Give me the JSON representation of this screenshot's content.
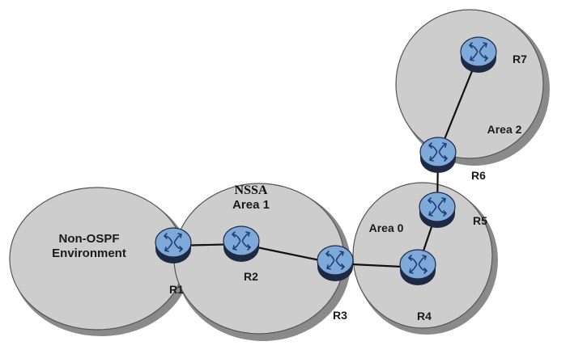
{
  "diagram": {
    "type": "ospf-network-topology",
    "areas": [
      {
        "id": "non-ospf",
        "label_lines": [
          "Non-OSPF",
          "Environment"
        ]
      },
      {
        "id": "area1",
        "title": "NSSA",
        "label_lines": [
          "Area 1"
        ]
      },
      {
        "id": "area0",
        "label_lines": [
          "Area 0"
        ]
      },
      {
        "id": "area2",
        "label_lines": [
          "Area 2"
        ]
      }
    ],
    "routers": [
      {
        "id": "R1",
        "label": "R1"
      },
      {
        "id": "R2",
        "label": "R2"
      },
      {
        "id": "R3",
        "label": "R3"
      },
      {
        "id": "R4",
        "label": "R4"
      },
      {
        "id": "R5",
        "label": "R5"
      },
      {
        "id": "R6",
        "label": "R6"
      },
      {
        "id": "R7",
        "label": "R7"
      }
    ],
    "links": [
      [
        "R1",
        "R2"
      ],
      [
        "R2",
        "R3"
      ],
      [
        "R3",
        "R4"
      ],
      [
        "R4",
        "R5"
      ],
      [
        "R5",
        "R6"
      ],
      [
        "R6",
        "R7"
      ]
    ],
    "colors": {
      "area_fill": "#cdcdcd",
      "router_top": "#7fa9d8",
      "router_base": "#1e2a44"
    }
  }
}
